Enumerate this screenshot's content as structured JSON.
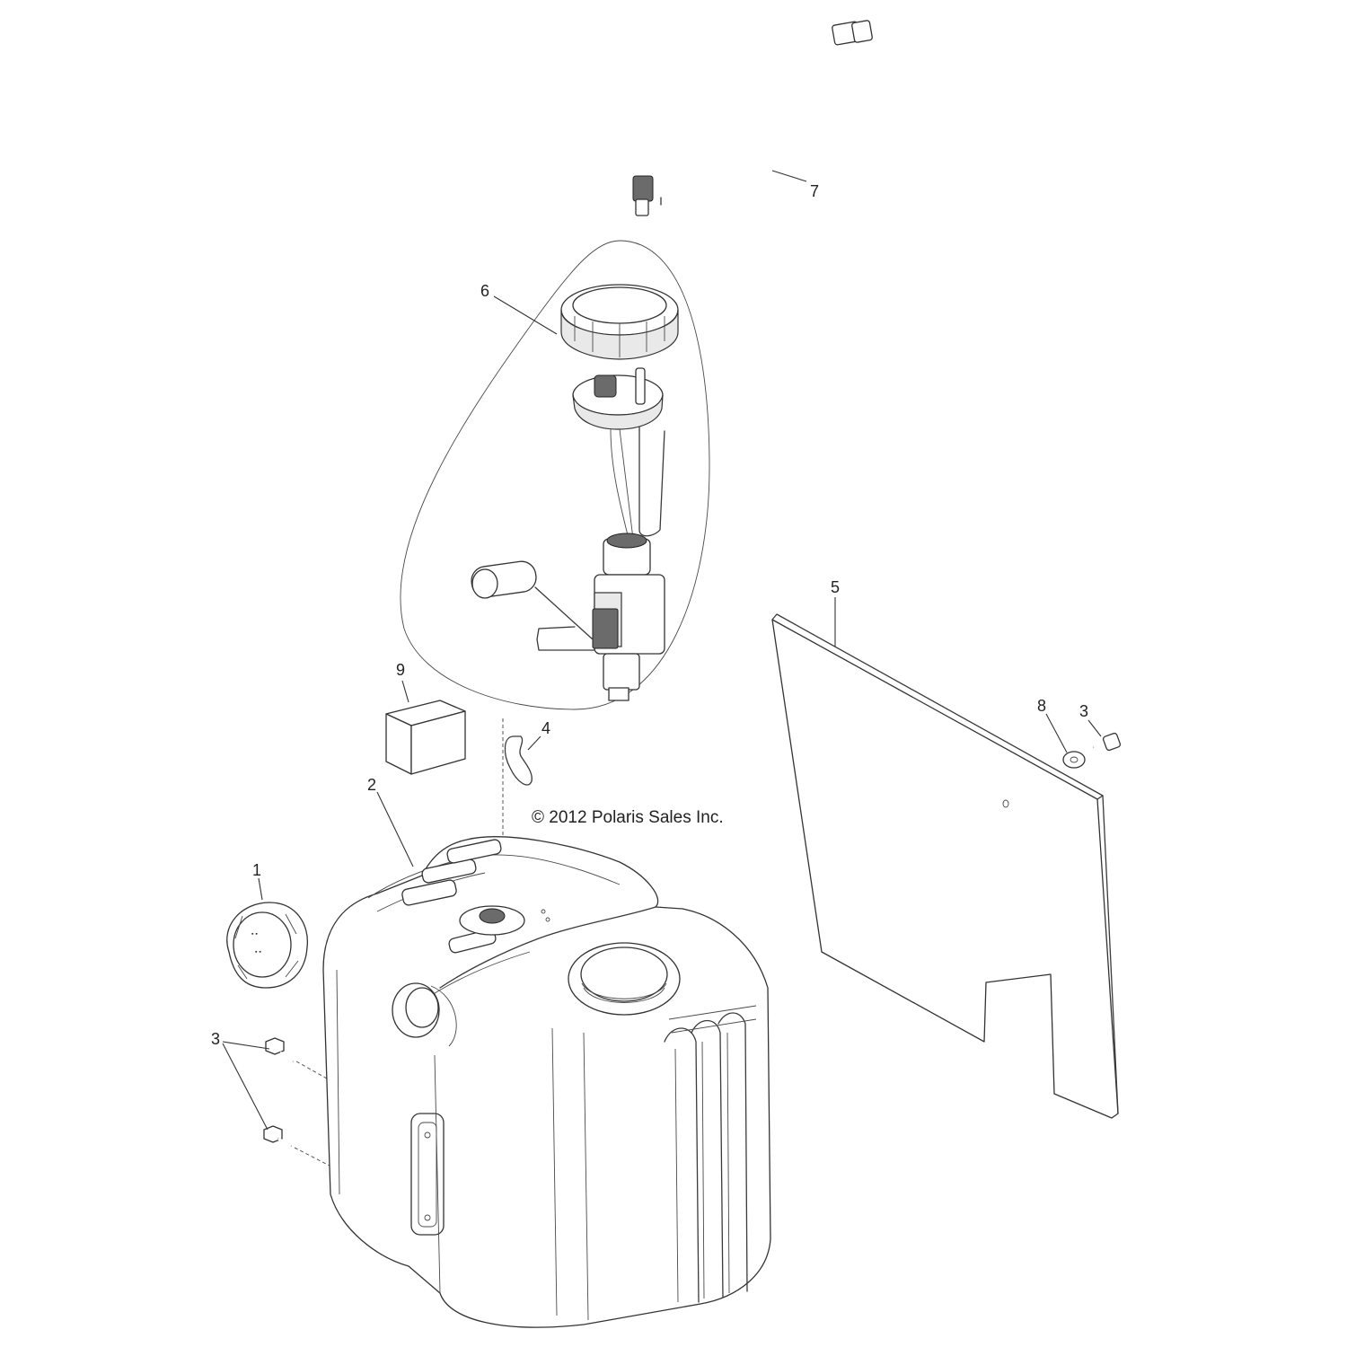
{
  "copyright": "© 2012 Polaris Sales Inc.",
  "callouts": {
    "c1": "1",
    "c2": "2",
    "c3a": "3",
    "c3b": "3",
    "c4": "4",
    "c5": "5",
    "c6": "6",
    "c7": "7",
    "c8": "8",
    "c9": "9"
  }
}
